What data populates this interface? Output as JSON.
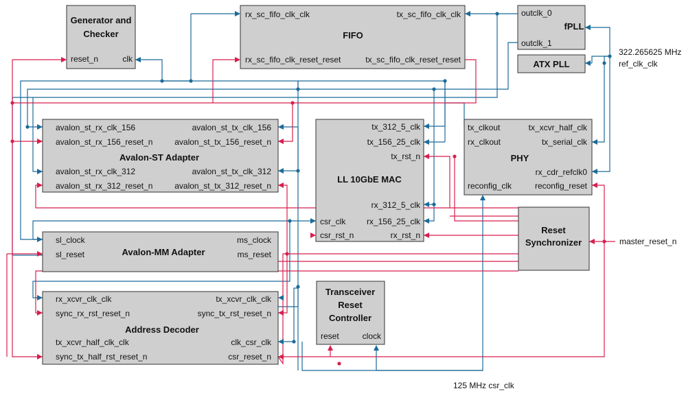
{
  "blocks": {
    "gen_checker": {
      "title_1": "Generator and",
      "title_2": "Checker",
      "reset_n": "reset_n",
      "clk": "clk"
    },
    "fifo": {
      "title": "FIFO",
      "rx_clk": "rx_sc_fifo_clk_clk",
      "tx_clk": "tx_sc_fifo_clk_clk",
      "rx_reset": "rx_sc_fifo_clk_reset_reset",
      "tx_reset": "tx_sc_fifo_clk_reset_reset"
    },
    "fpll": {
      "title": "fPLL",
      "outclk_0": "outclk_0",
      "outclk_1": "outclk_1"
    },
    "atx_pll": {
      "title": "ATX PLL"
    },
    "avst": {
      "title": "Avalon-ST Adapter",
      "rx_clk_156": "avalon_st_rx_clk_156",
      "tx_clk_156": "avalon_st_tx_clk_156",
      "rx_156_reset_n": "avalon_st_rx_156_reset_n",
      "tx_156_reset_n": "avalon_st_tx_156_reset_n",
      "rx_clk_312": "avalon_st_rx_clk_312",
      "tx_clk_312": "avalon_st_tx_clk_312",
      "rx_312_reset_n": "avalon_st_rx_312_reset_n",
      "tx_312_reset_n": "avalon_st_tx_312_reset_n"
    },
    "mac": {
      "title": "LL 10GbE MAC",
      "tx_312_5_clk": "tx_312_5_clk",
      "tx_156_25_clk": "tx_156_25_clk",
      "tx_rst_n": "tx_rst_n",
      "rx_312_5_clk": "rx_312_5_clk",
      "rx_156_25_clk": "rx_156_25_clk",
      "rx_rst_n": "rx_rst_n",
      "csr_clk": "csr_clk",
      "csr_rst_n": "csr_rst_n"
    },
    "phy": {
      "title": "PHY",
      "tx_clkout": "tx_clkout",
      "rx_clkout": "rx_clkout",
      "tx_xcvr_half_clk": "tx_xcvr_half_clk",
      "tx_serial_clk": "tx_serial_clk",
      "rx_cdr_refclk0": "rx_cdr_refclk0",
      "reconfig_clk": "reconfig_clk",
      "reconfig_reset": "reconfig_reset"
    },
    "avmm": {
      "title": "Avalon-MM Adapter",
      "sl_clock": "sl_clock",
      "sl_reset": "sl_reset",
      "ms_clock": "ms_clock",
      "ms_reset": "ms_reset"
    },
    "reset_sync": {
      "title_1": "Reset",
      "title_2": "Synchronizer"
    },
    "xcvr_rst_ctrl": {
      "title_1": "Transceiver",
      "title_2": "Reset",
      "title_3": "Controller",
      "reset": "reset",
      "clock": "clock"
    },
    "addr_dec": {
      "title": "Address Decoder",
      "rx_xcvr_clk_clk": "rx_xcvr_clk_clk",
      "tx_xcvr_clk_clk": "tx_xcvr_clk_clk",
      "sync_rx_rst_reset_n": "sync_rx_rst_reset_n",
      "sync_tx_rst_reset_n": "sync_tx_rst_reset_n",
      "tx_xcvr_half_clk_clk": "tx_xcvr_half_clk_clk",
      "clk_csr_clk": "clk_csr_clk",
      "sync_tx_half_rst_reset_n": "sync_tx_half_rst_reset_n",
      "csr_reset_n": "csr_reset_n"
    }
  },
  "external": {
    "ref_clk_freq": "322.265625 MHz",
    "ref_clk_name": "ref_clk_clk",
    "master_reset": "master_reset_n",
    "csr_clk": "125 MHz csr_clk"
  },
  "colors": {
    "clock_line": "#1b6b99",
    "reset_line": "#d81e4d",
    "block_fill": "#cfcfcf"
  }
}
